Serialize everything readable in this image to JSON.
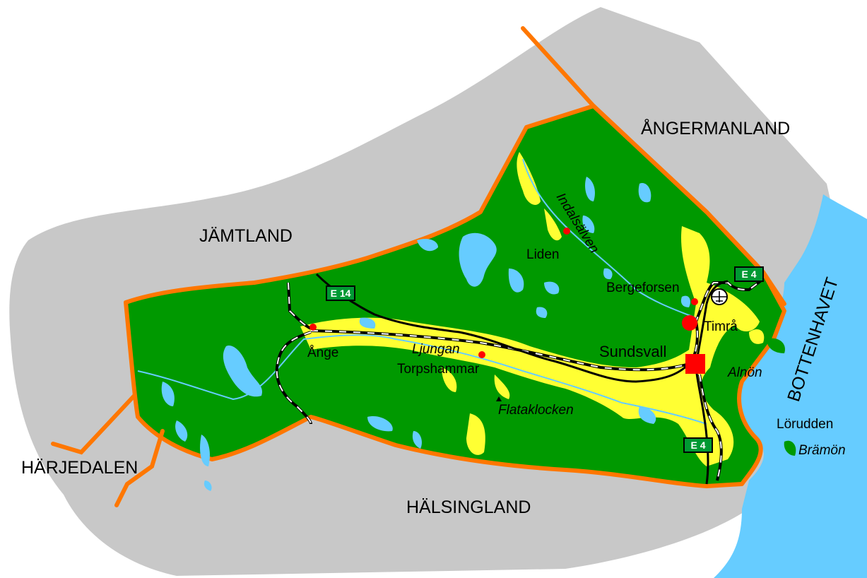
{
  "regions": {
    "angermanland": "ÅNGERMANLAND",
    "jamtland": "JÄMTLAND",
    "harjedalen": "HÄRJEDALEN",
    "halsingland": "HÄLSINGLAND",
    "bottenhavet": "BOTTENHAVET"
  },
  "places": {
    "liden": "Liden",
    "bergeforsen": "Bergeforsen",
    "timra": "Timrå",
    "sundsvall": "Sundsvall",
    "ange": "Ånge",
    "torpshammar": "Torpshammar",
    "lorudden": "Lörudden"
  },
  "features": {
    "indalsalven": "Indalsälven",
    "ljungan": "Ljungan",
    "flataklocken": "Flataklocken",
    "alnon": "Alnön",
    "bramon": "Brämön"
  },
  "roads": {
    "e14": "E 14",
    "e4_north": "E 4",
    "e4_south": "E 4"
  },
  "colors": {
    "land_outside": "#c8c8c8",
    "municipality": "#009900",
    "urban": "#ffff33",
    "water": "#66ccff",
    "border": "#ff7700",
    "road_shield": "#009933",
    "town_dot": "#ff0000"
  },
  "icons": {
    "airport": "airport-icon",
    "peak": "peak-triangle-icon",
    "city": "city-square-icon"
  }
}
